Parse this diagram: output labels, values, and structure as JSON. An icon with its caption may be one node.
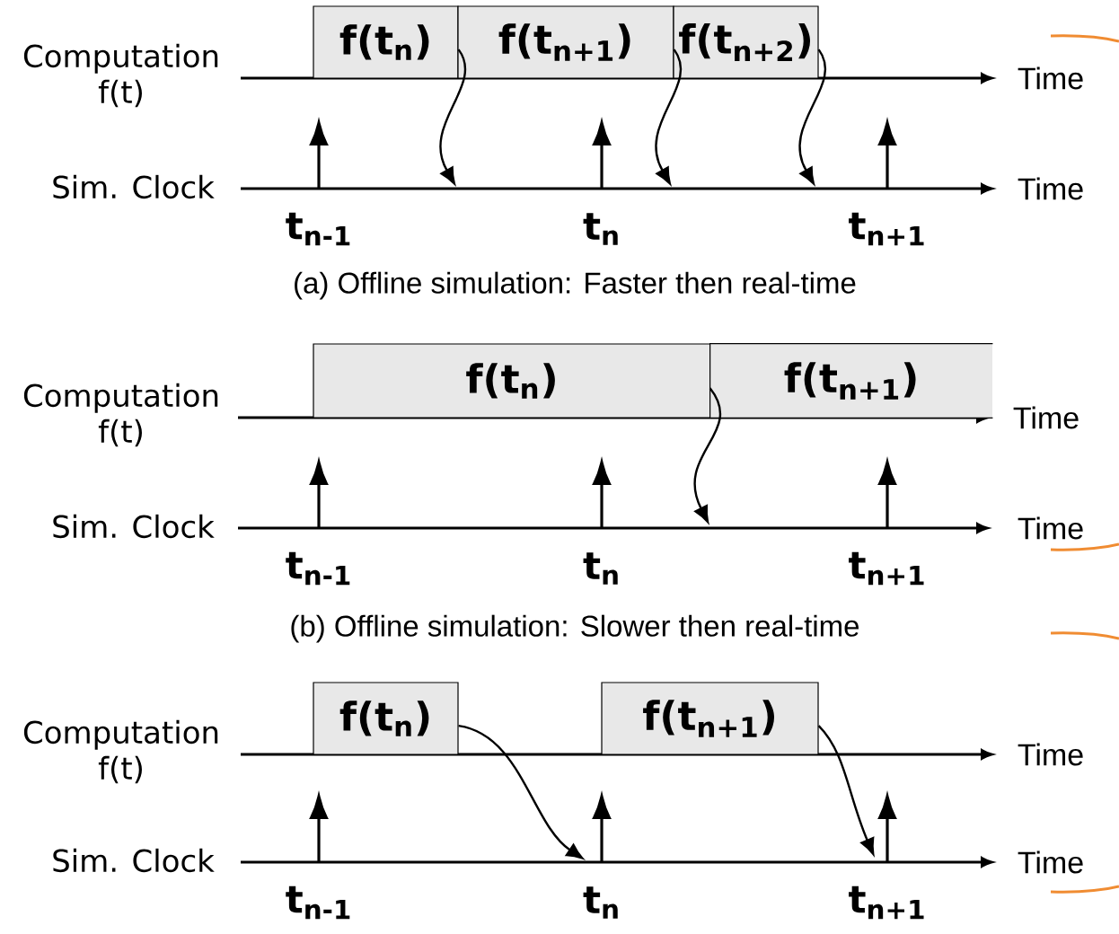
{
  "diagram": {
    "nodes": [
      {
        "text": [
          "f(t$_{n}$)"
        ]
      },
      {
        "text": [
          "f(t$_{n+1}$)"
        ]
      },
      {
        "text": [
          "f(t$_{n+2}$)"
        ]
      },
      {
        "text": [
          "f(t$_{n}$)"
        ]
      },
      {
        "text": [
          "f(t$_{n+1}$)"
        ]
      },
      {
        "text": [
          "f(t$_{n}$)"
        ]
      },
      {
        "text": [
          "f(t$_{n+1}$)"
        ]
      }
    ],
    "edges": [
      {
        "from": 0,
        "to": null,
        "arrow": "to"
      },
      {
        "from": 1,
        "to": null,
        "arrow": "to"
      },
      {
        "from": 2,
        "to": null,
        "arrow": "to"
      },
      {
        "from": 4,
        "to": null,
        "arrow": "to"
      },
      {
        "from": 5,
        "to": null,
        "arrow": "to"
      },
      {
        "from": 6,
        "to": null,
        "arrow": "to"
      }
    ],
    "labels": [
      "Computation f(t)",
      "Time",
      "Sim. Clock",
      "Time",
      "t$_{n-1}$",
      "t$_{n}$",
      "t$_{n+1}$",
      "(a) Offline simulation: Faster then real-time",
      "Computation f(t)",
      "Time",
      "Sim. Clock",
      "Time",
      "t$_{n-1}$",
      "t$_{n}$",
      "t$_{n+1}$",
      "(b) Offline simulation: Slower then real-time",
      "Computation f(t)",
      "Time",
      "Sim. Clock",
      "Time",
      "t$_{n-1}$",
      "t$_{n}$",
      "t$_{n+1}$"
    ]
  }
}
